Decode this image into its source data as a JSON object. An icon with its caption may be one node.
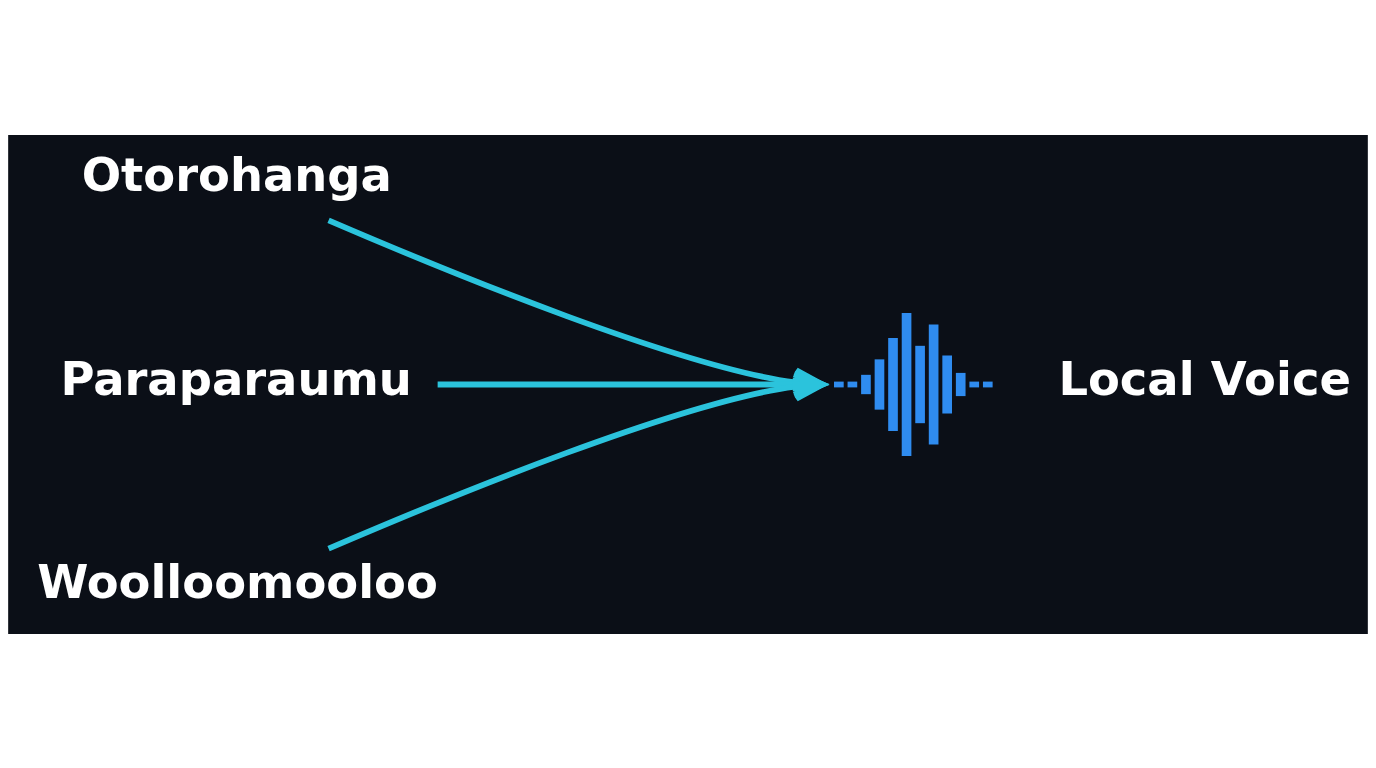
{
  "diagram": {
    "nodes": [
      {
        "text": [
          "Otorohanga"
        ]
      },
      {
        "text": [
          "Paraparaumu"
        ]
      },
      {
        "text": [
          "Woolloomooloo"
        ]
      },
      {
        "text": [],
        "shape": "waveform",
        "beside": [
          "Local Voice"
        ]
      }
    ],
    "edges": [
      {
        "from": 0,
        "to": 3,
        "arrow": "to"
      },
      {
        "from": 1,
        "to": 3,
        "arrow": "to"
      },
      {
        "from": 2,
        "to": 3,
        "arrow": "to"
      }
    ]
  }
}
